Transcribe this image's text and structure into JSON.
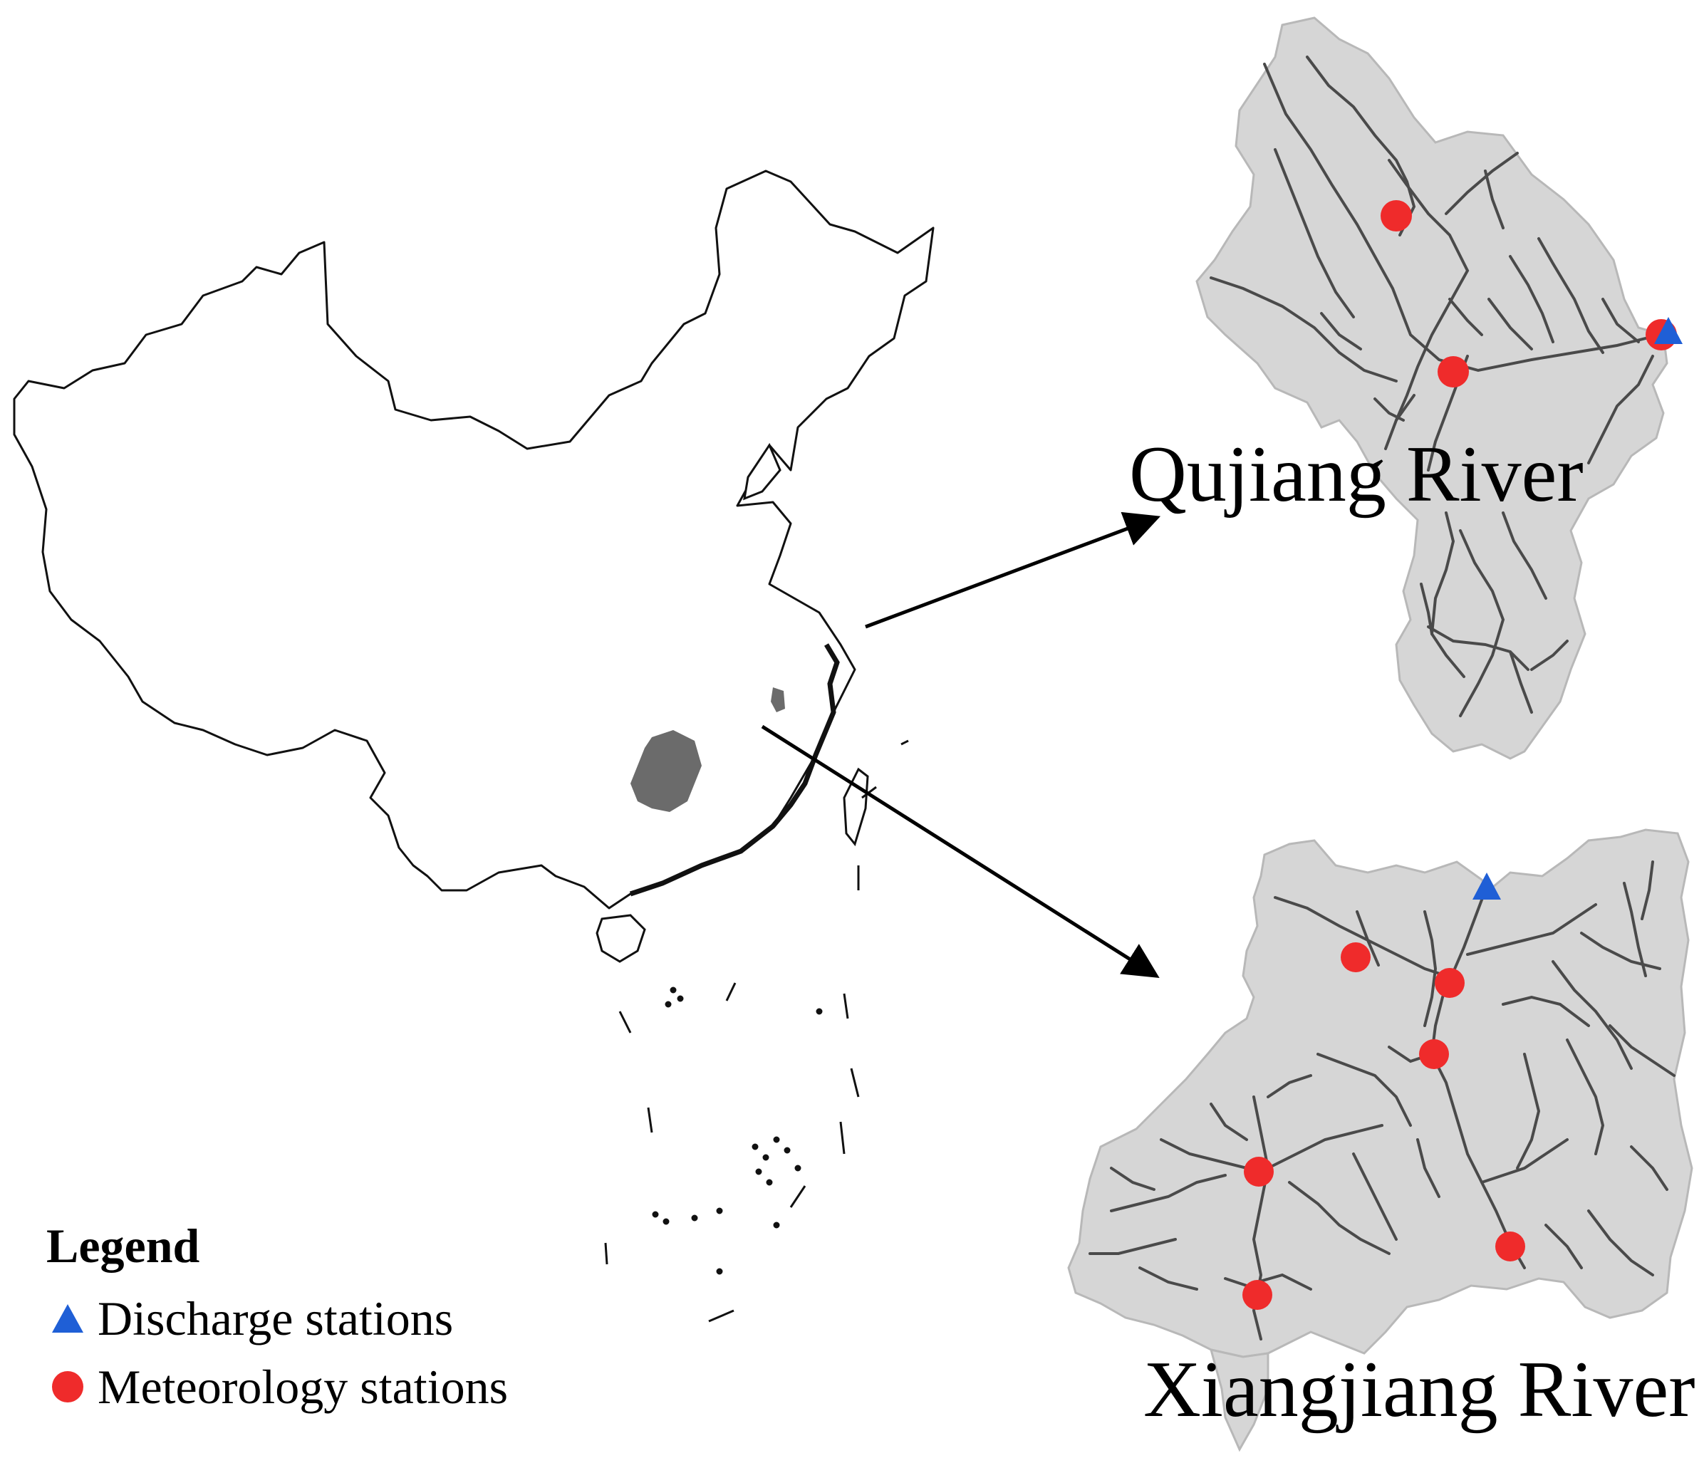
{
  "basins": {
    "qujiang": {
      "label": "Qujiang River"
    },
    "xiangjiang": {
      "label": "Xiangjiang River"
    }
  },
  "legend": {
    "title": "Legend",
    "items": [
      {
        "symbol": "blue-triangle",
        "label": "Discharge stations"
      },
      {
        "symbol": "red-circle",
        "label": "Meteorology stations"
      }
    ]
  },
  "colors": {
    "basin_fill": "#d6d6d6",
    "basin_edge": "#b8b8b8",
    "river": "#4a4a4a",
    "highlight_region": "#6b6b6b",
    "discharge_station": "#1f5fd6",
    "meteorology_station": "#ef2b2b",
    "outline": "#111111"
  }
}
